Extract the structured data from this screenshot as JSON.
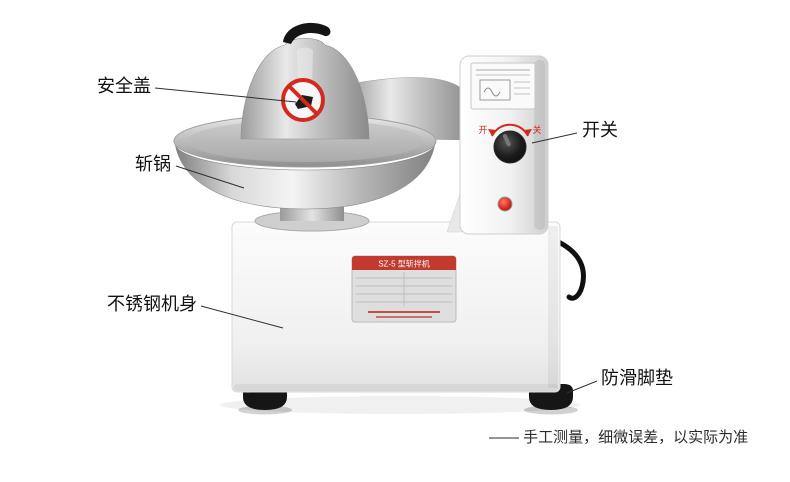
{
  "labels": {
    "safety_cover": "安全盖",
    "bowl": "斩锅",
    "body": "不锈钢机身",
    "switch": "开关",
    "foot_pads": "防滑脚垫"
  },
  "machine": {
    "plate_title": "SZ-5 型斩拌机",
    "knob": {
      "on": "开",
      "off": "关"
    }
  },
  "footnote": "—— 手工测量，细微误差，以实际为准",
  "colors": {
    "label_text": "#111111",
    "leader_line": "#2f2f2f",
    "accent_red": "#d42a1e"
  }
}
